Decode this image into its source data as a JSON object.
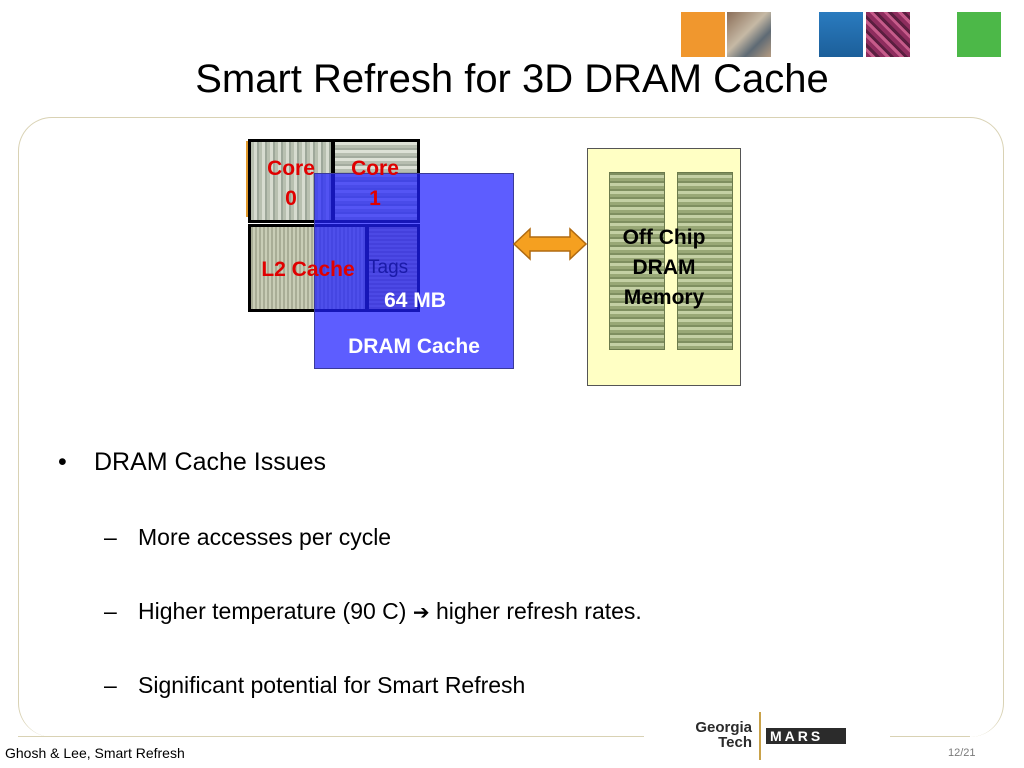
{
  "slide": {
    "title": "Smart Refresh for 3D DRAM Cache",
    "diagram": {
      "core0": "Core\n0",
      "core1": "Core\n1",
      "l2": "L2 Cache",
      "tags": "Tags",
      "size": "64 MB",
      "dram_cache": "DRAM Cache",
      "off_chip": "Off Chip\nDRAM\nMemory"
    },
    "bullets": {
      "main_marker": "•",
      "main": "DRAM Cache Issues",
      "dash": "–",
      "sub1": "More accesses per cycle",
      "sub2_pre": "Higher temperature (90 C)",
      "sub2_arrow": "➔",
      "sub2_post": "higher refresh rates.",
      "sub3": "Significant potential for Smart Refresh"
    },
    "footer": {
      "left": "Ghosh & Lee, Smart Refresh",
      "page": "12/21"
    },
    "logo": {
      "gt_line1": "Georgia",
      "gt_line2": "Tech",
      "mars": "MARS"
    }
  },
  "colors": {
    "dram_cache": "#1e1eff",
    "core_label": "#e00000",
    "off_chip_bg": "#ffffc4",
    "arrow": "#f5a020",
    "frame": "#d9d2b4"
  }
}
